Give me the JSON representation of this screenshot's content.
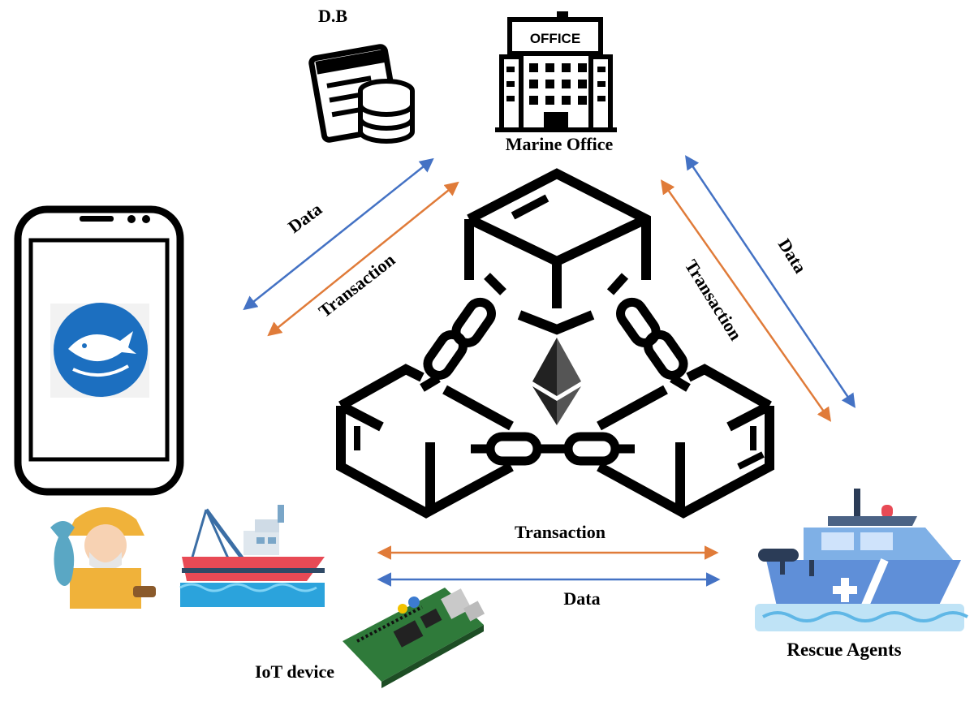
{
  "labels": {
    "db": "D.B",
    "marine_office": "Marine Office",
    "office_sign": "OFFICE",
    "rescue_agents": "Rescue Agents",
    "iot_device": "IoT device",
    "data_left": "Data",
    "transaction_left": "Transaction",
    "data_right": "Data",
    "transaction_right": "Transaction",
    "transaction_bottom": "Transaction",
    "data_bottom": "Data"
  },
  "colors": {
    "data_arrow": "#4472c4",
    "transaction_arrow": "#e07b39",
    "app_icon": "#1c6fc0",
    "ink": "#000000"
  },
  "icons": {
    "database": "database-icon",
    "office": "office-building-icon",
    "phone": "smartphone-icon",
    "fish_app": "fish-app-icon",
    "fisherman": "fisherman-icon",
    "fishing_boat": "fishing-boat-icon",
    "iot_board": "iot-board-icon",
    "rescue_boat": "rescue-boat-icon",
    "blockchain": "blockchain-icon",
    "ethereum": "ethereum-icon"
  }
}
